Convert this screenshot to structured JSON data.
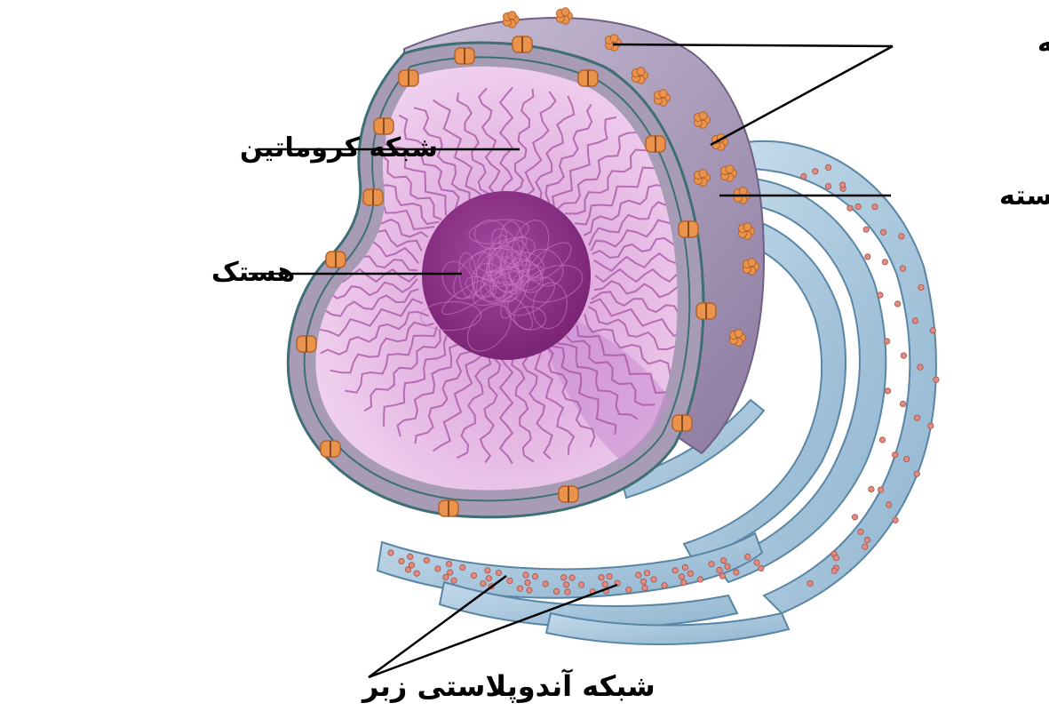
{
  "diagram": {
    "labels": {
      "nuclear_pores": "منافذ هسته",
      "chromatin": "شبکه کروماتین",
      "nucleus": "هسته",
      "nucleolus": "هستک",
      "rough_er": "شبکه آندوپلاستی زبر"
    },
    "colors": {
      "nucleus_interior": "#e7b6e4",
      "nucleus_interior_dark": "#c98bd2",
      "chromatin": "#a4519f",
      "nucleolus": "#8b2f85",
      "envelope_outer": "#9b86ab",
      "envelope_inner": "#7d6f8e",
      "envelope_line": "#3e6f75",
      "pore": "#e9934c",
      "er": "#a9c8de",
      "er_edge": "#5a86a6",
      "ribosome": "#e08a80",
      "leader_line": "#000000"
    },
    "icons": [
      "nuclear-pore-icon",
      "ribosome-icon"
    ]
  }
}
